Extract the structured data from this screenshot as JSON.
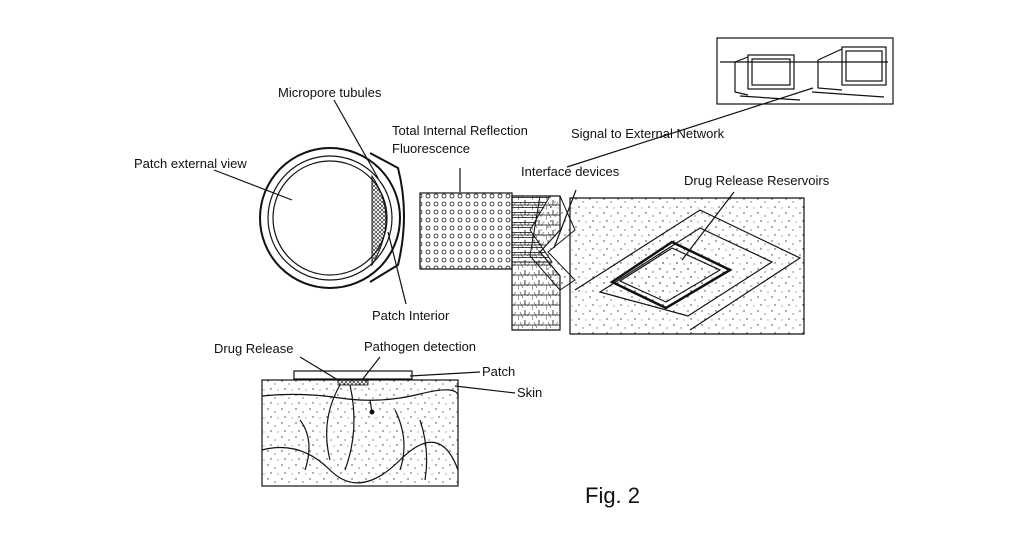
{
  "labels": {
    "micropore_tubules": "Micropore tubules",
    "patch_external_view": "Patch external view",
    "tirf_line1": "Total Internal Reflection",
    "tirf_line2": "Fluorescence",
    "signal_external_network": "Signal to External Network",
    "interface_devices": "Interface devices",
    "drug_release_reservoirs": "Drug Release Reservoirs",
    "patch_interior": "Patch Interior",
    "drug_release": "Drug Release",
    "pathogen_detection": "Pathogen detection",
    "patch": "Patch",
    "skin": "Skin"
  },
  "caption": "Fig. 2"
}
